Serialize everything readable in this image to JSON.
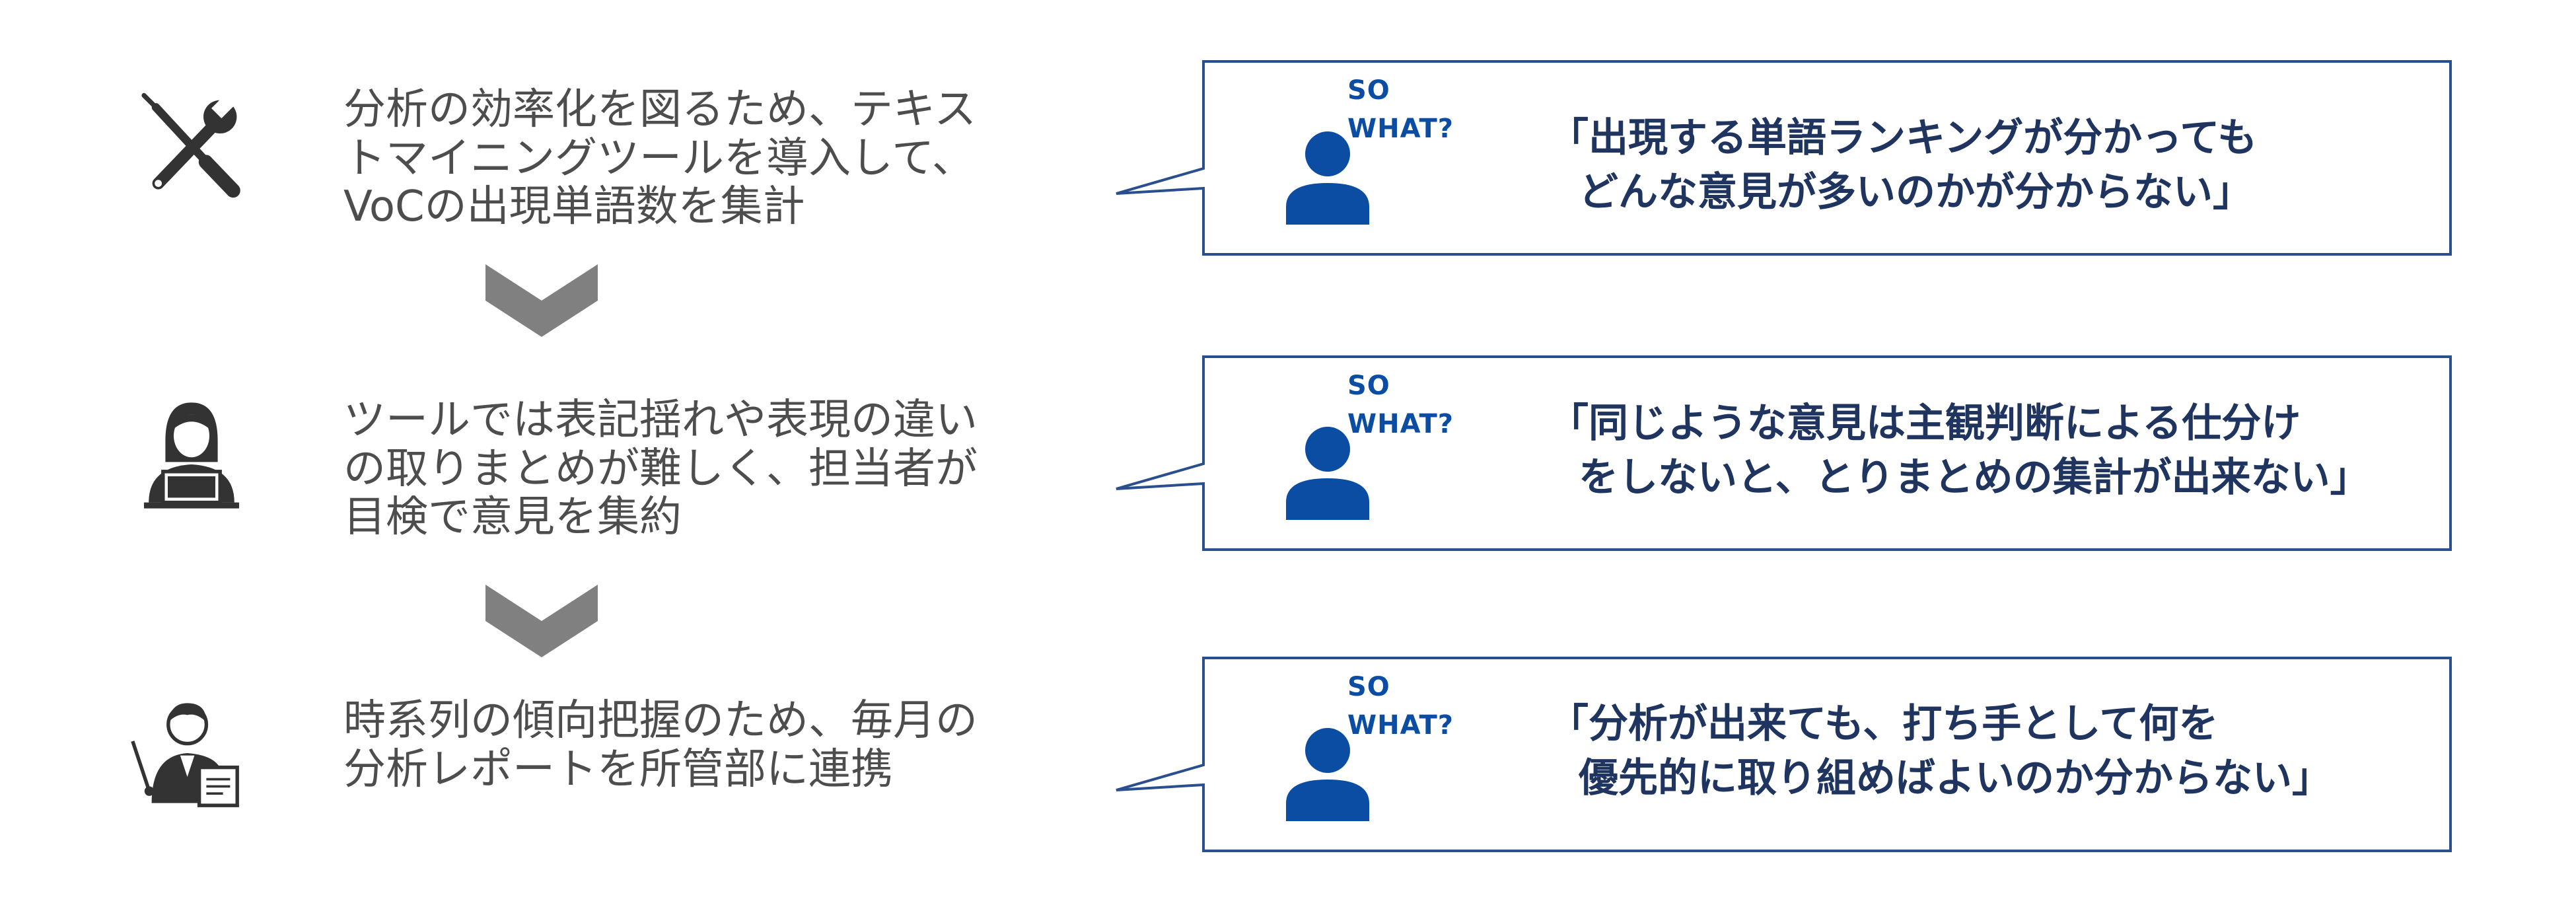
{
  "steps": [
    {
      "icon": "tools-icon",
      "text_lines": [
        "分析の効率化を図るため、テキス",
        "トマイニングツールを導入して、",
        "VoCの出現単語数を集計"
      ]
    },
    {
      "icon": "analyst-at-laptop-icon",
      "text_lines": [
        "ツールでは表記揺れや表現の違い",
        "の取りまとめが難しく、担当者が",
        "目検で意見を集約"
      ]
    },
    {
      "icon": "presenter-icon",
      "text_lines": [
        "時系列の傾向把握のため、毎月の",
        "分析レポートを所管部に連携"
      ]
    }
  ],
  "so_what": {
    "label_line1": "SO",
    "label_line2": "WHAT?"
  },
  "callouts": [
    {
      "quote_lines": [
        "「出現する単語ランキングが分かっても",
        "どんな意見が多いのかが分からない」"
      ]
    },
    {
      "quote_lines": [
        "「同じような意見は主観判断による仕分け",
        "をしないと、とりまとめの集計が出来ない」"
      ]
    },
    {
      "quote_lines": [
        "「分析が出来ても、打ち手として何を",
        "優先的に取り組めばよいのか分からない」"
      ]
    }
  ],
  "colors": {
    "accent_blue": "#0b4da2",
    "bubble_border": "#2a4f8f",
    "quote_text": "#1f3560",
    "body_text": "#4d4d4d",
    "icon_dark": "#333333",
    "chevron_gray": "#808080"
  }
}
